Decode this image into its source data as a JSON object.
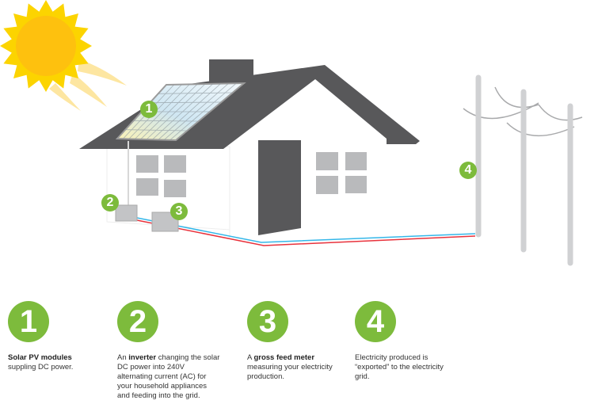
{
  "colors": {
    "green": "#7dbb3c",
    "roof": "#58585a",
    "window": "#b9babc",
    "sun_outer": "#fcd400",
    "sun_inner": "#fec10e",
    "pole": "#d0d1d3",
    "wire_red": "#e8323c",
    "wire_blue": "#35b7e9"
  },
  "markers": [
    {
      "number": "1",
      "label": "solar-pv-modules"
    },
    {
      "number": "2",
      "label": "inverter"
    },
    {
      "number": "3",
      "label": "gross-feed-meter"
    },
    {
      "number": "4",
      "label": "electricity-grid"
    }
  ],
  "steps": [
    {
      "number": "1",
      "bold": "Solar PV modules",
      "prefix": "",
      "text": " suppling DC power."
    },
    {
      "number": "2",
      "bold": "inverter",
      "prefix": "An ",
      "text": " changing the solar DC power into 240V alternating current (AC) for your household appliances and feeding into the grid."
    },
    {
      "number": "3",
      "bold": "gross feed meter",
      "prefix": "A ",
      "text": " measuring your electricity production."
    },
    {
      "number": "4",
      "bold": "",
      "prefix": "Electricity produced is “exported” to the electricity grid.",
      "text": ""
    }
  ]
}
